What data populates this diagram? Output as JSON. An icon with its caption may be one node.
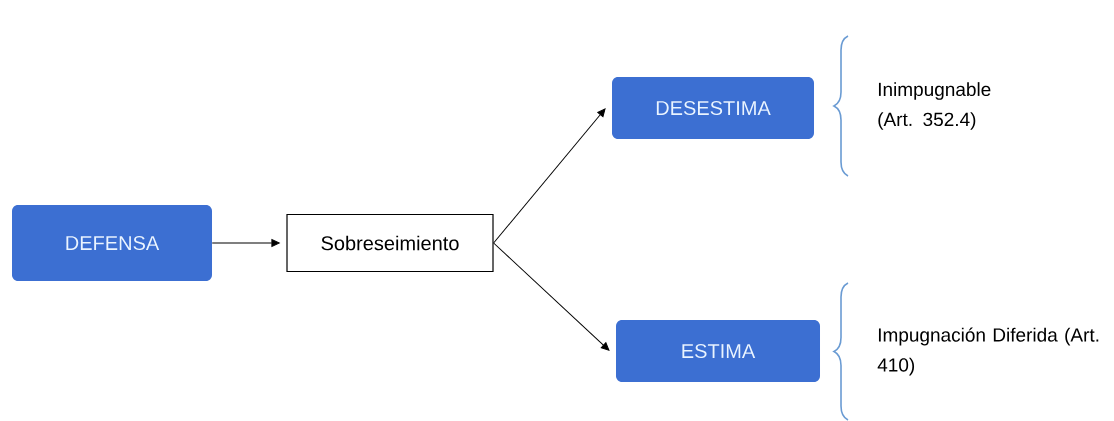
{
  "diagram": {
    "nodes": [
      {
        "text": [
          "DEFENSA"
        ]
      },
      {
        "text": [
          "Sobreseimiento"
        ]
      },
      {
        "text": [
          "DESESTIMA"
        ],
        "beside": [
          "Inimpugnable (Art. 352.4)"
        ]
      },
      {
        "text": [
          "ESTIMA"
        ],
        "beside": [
          "Impugnación Diferida (Art. 410)"
        ]
      }
    ],
    "edges": [
      {
        "from": 0,
        "to": 1,
        "arrow": "to"
      },
      {
        "from": 1,
        "to": 2,
        "arrow": "to"
      },
      {
        "from": 1,
        "to": 3,
        "arrow": "to"
      }
    ]
  }
}
